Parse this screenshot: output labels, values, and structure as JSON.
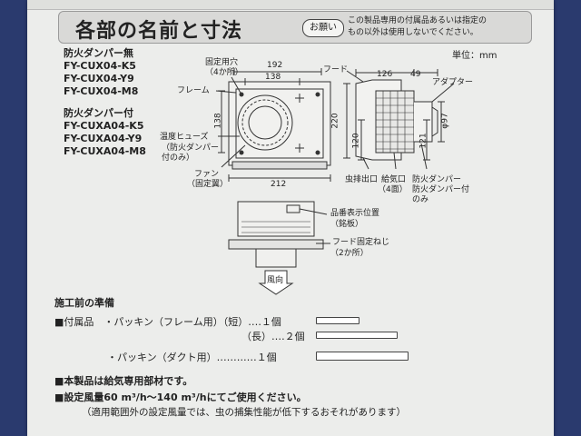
{
  "top_text": "",
  "header": {
    "title": "各部の名前と寸法",
    "badge": "お願い",
    "notice_line1": "この製品専用の付属品あるいは指定の",
    "notice_line2": "もの以外は使用しないでください。"
  },
  "unit": "単位：mm",
  "models_no_damper": {
    "heading": "防火ダンパー無",
    "items": [
      "FY-CUX04-K5",
      "FY-CUX04-Y9",
      "FY-CUX04-M8"
    ]
  },
  "models_damper": {
    "heading": "防火ダンパー付",
    "items": [
      "FY-CUXA04-K5",
      "FY-CUXA04-Y9",
      "FY-CUXA04-M8"
    ]
  },
  "labels": {
    "fixing_hole": "固定用穴",
    "fixing_hole_count": "（4か所）",
    "frame": "フレーム",
    "thermal_fuse": "温度ヒューズ",
    "thermal_fuse_note1": "（防火ダンパー",
    "thermal_fuse_note2": "付のみ）",
    "fan": "ファン",
    "fan_note": "（固定翼）",
    "hood": "フード",
    "adapter": "アダプター",
    "insect_outlet": "虫排出口",
    "intake": "給気口",
    "intake_note": "（4面）",
    "damper": "防火ダンパー",
    "damper_note1": "防火ダンパー付",
    "damper_note2": "のみ",
    "product_label": "品番表示位置",
    "product_label_note": "（銘板）",
    "hood_screw": "フード固定ねじ",
    "hood_screw_note": "（2か所）",
    "airflow": "風向"
  },
  "dims": {
    "w192": "192",
    "w138": "138",
    "h138": "138",
    "w212": "212",
    "w126": "126",
    "w49": "49",
    "h220": "220",
    "h120": "120",
    "d97": "φ97",
    "h121": "121"
  },
  "prep": {
    "title": "施工前の準備",
    "row1": "■付属品　・パッキン（フレーム用）（短）‥‥１個",
    "row2": "（長）‥‥２個",
    "row3": "・パッキン（ダクト用）‥‥‥‥‥‥１個",
    "note1": "■本製品は給気専用部材です。",
    "note2": "■設定風量60 m³/h～140 m³/hにてご使用ください。",
    "note3": "（適用範囲外の設定風量では、虫の捕集性能が低下するおそれがあります）"
  }
}
